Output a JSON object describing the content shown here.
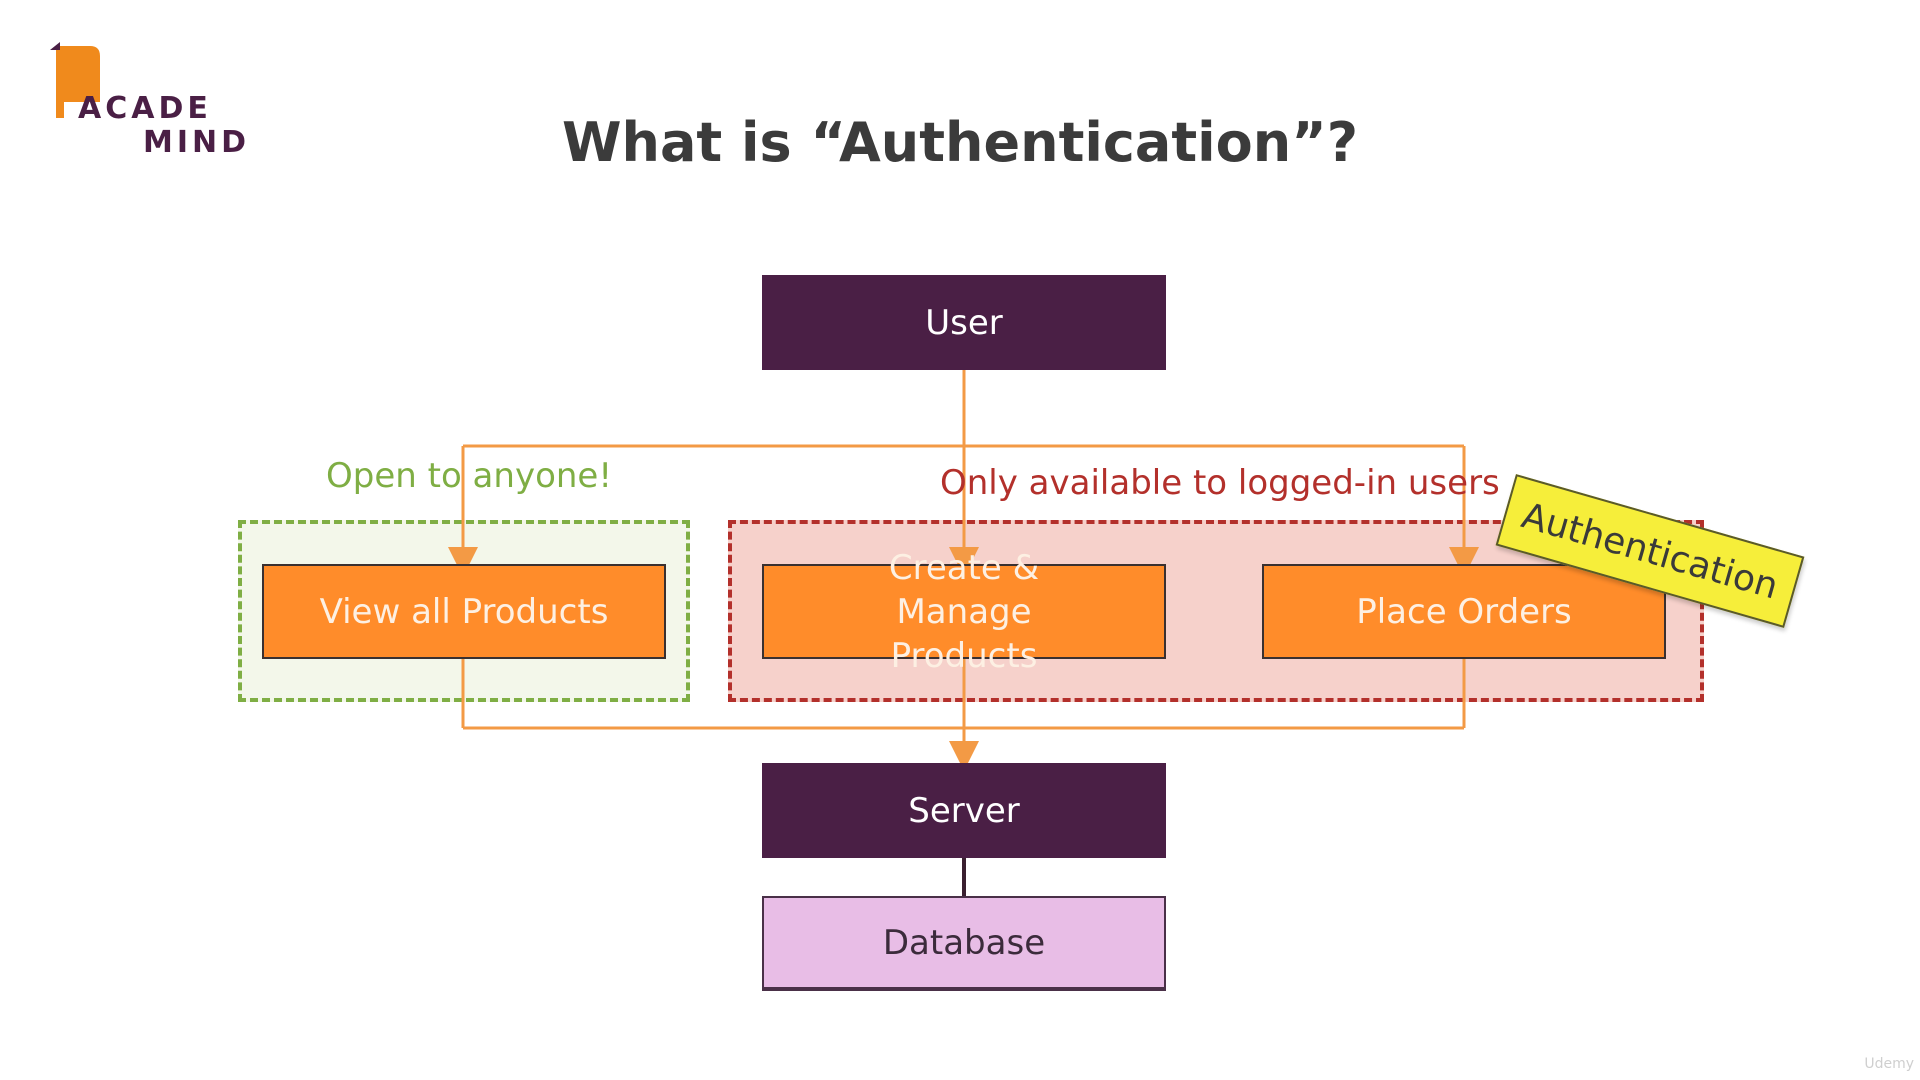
{
  "logo": {
    "line1": "ACADE",
    "line2": "MIND"
  },
  "title": "What is “Authentication”?",
  "nodes": {
    "user": "User",
    "view_products": "View all Products",
    "create_products": "Create & Manage Products",
    "place_orders": "Place Orders",
    "server": "Server",
    "database": "Database"
  },
  "labels": {
    "open": "Open to anyone!",
    "protected": "Only available to logged-in users",
    "sticky": "Authentication"
  },
  "watermark": "Udemy",
  "colors": {
    "dark_node": "#4a1f45",
    "action_node": "#ff8c2a",
    "database_node": "#e8bde6",
    "connector": "#f39a45",
    "open_zone": "#7fae44",
    "protected_zone": "#b3302b",
    "sticky_note": "#f6ee3a"
  }
}
